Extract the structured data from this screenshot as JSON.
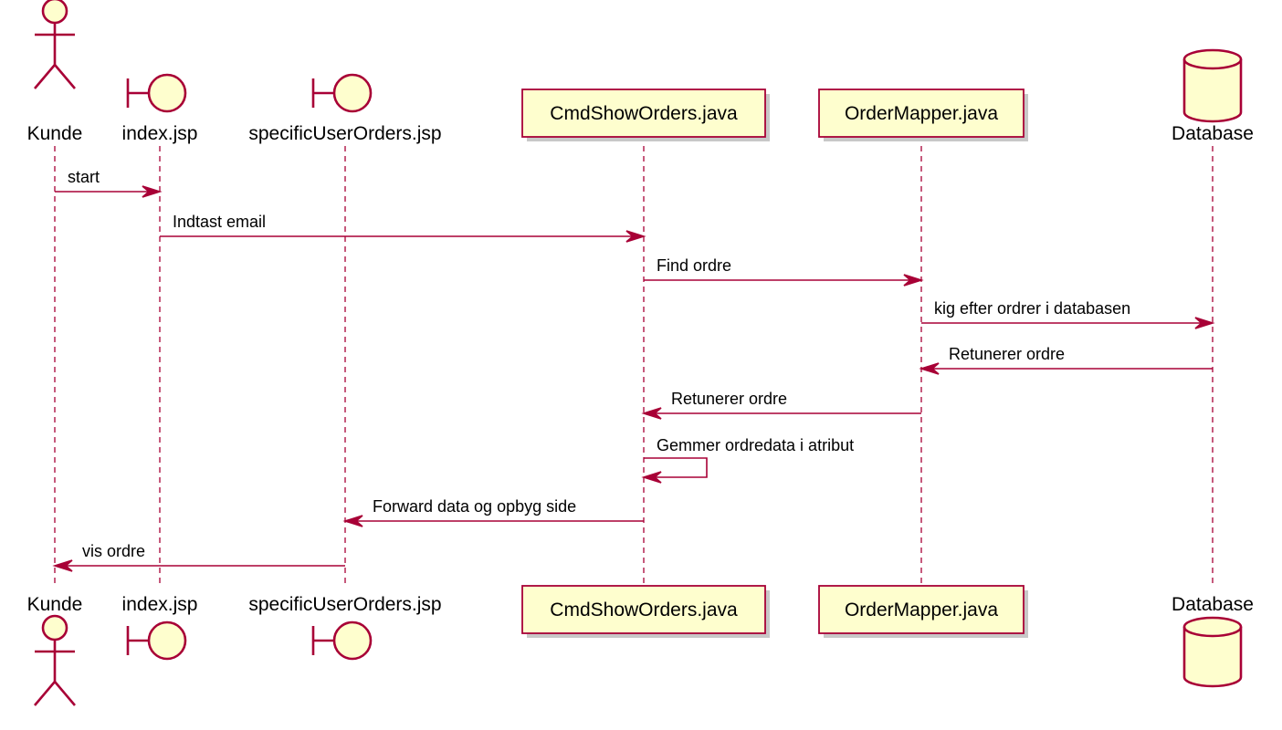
{
  "diagram": {
    "type": "sequence",
    "colors": {
      "line": "#a80036",
      "fill": "#fefece",
      "shadow": "#c8c8c8",
      "text": "#000000",
      "background": "#ffffff"
    },
    "participants": [
      {
        "id": "kunde",
        "name": "Kunde",
        "kind": "actor"
      },
      {
        "id": "index",
        "name": "index.jsp",
        "kind": "boundary"
      },
      {
        "id": "specific",
        "name": "specificUserOrders.jsp",
        "kind": "boundary"
      },
      {
        "id": "cmd",
        "name": "CmdShowOrders.java",
        "kind": "participant"
      },
      {
        "id": "mapper",
        "name": "OrderMapper.java",
        "kind": "participant"
      },
      {
        "id": "db",
        "name": "Database",
        "kind": "database"
      }
    ],
    "messages": [
      {
        "from": "kunde",
        "to": "index",
        "label": "start"
      },
      {
        "from": "index",
        "to": "cmd",
        "label": "Indtast email"
      },
      {
        "from": "cmd",
        "to": "mapper",
        "label": "Find ordre"
      },
      {
        "from": "mapper",
        "to": "db",
        "label": "kig efter ordrer i databasen"
      },
      {
        "from": "db",
        "to": "mapper",
        "label": "Retunerer ordre"
      },
      {
        "from": "mapper",
        "to": "cmd",
        "label": "Retunerer ordre"
      },
      {
        "from": "cmd",
        "to": "cmd",
        "label": "Gemmer ordredata i atribut"
      },
      {
        "from": "cmd",
        "to": "specific",
        "label": "Forward data og opbyg side"
      },
      {
        "from": "specific",
        "to": "kunde",
        "label": "vis ordre"
      }
    ]
  }
}
